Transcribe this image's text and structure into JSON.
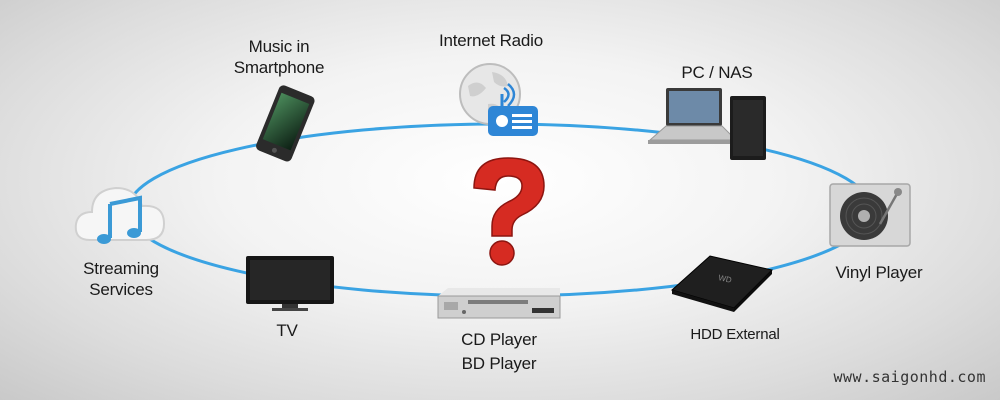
{
  "nodes": {
    "music_smartphone": {
      "label": "Music in\nSmartphone"
    },
    "internet_radio": {
      "label": "Internet Radio"
    },
    "pc_nas": {
      "label": "PC / NAS"
    },
    "vinyl_player": {
      "label": "Vinyl Player"
    },
    "hdd_external": {
      "label": "HDD External"
    },
    "cd_bd_player": {
      "label": "CD Player\nBD Player"
    },
    "tv": {
      "label": "TV"
    },
    "streaming_services": {
      "label": "Streaming\nServices"
    }
  },
  "center": {
    "symbol": "?",
    "icon": "question-mark-icon"
  },
  "watermark": "www.saigonhd.com",
  "colors": {
    "ring": "#3aa3e3",
    "question": "#d62b22",
    "cloud_note": "#3b9ad6"
  }
}
